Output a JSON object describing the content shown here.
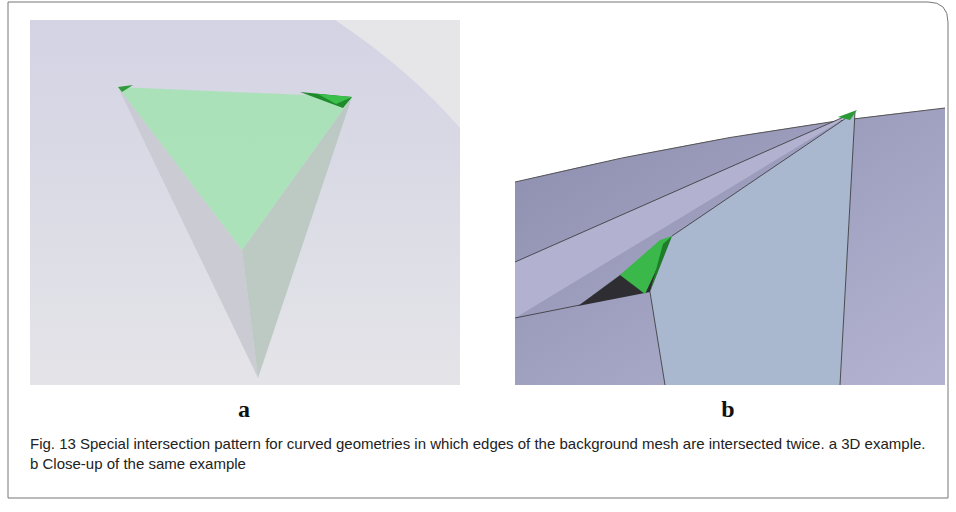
{
  "diagram": {
    "caption": "Fig. 13 Special intersection pattern for curved geometries in which edges of the background mesh are intersected twice. a 3D example. b Close-up of the same example",
    "labels": [
      "a",
      "b"
    ]
  }
}
